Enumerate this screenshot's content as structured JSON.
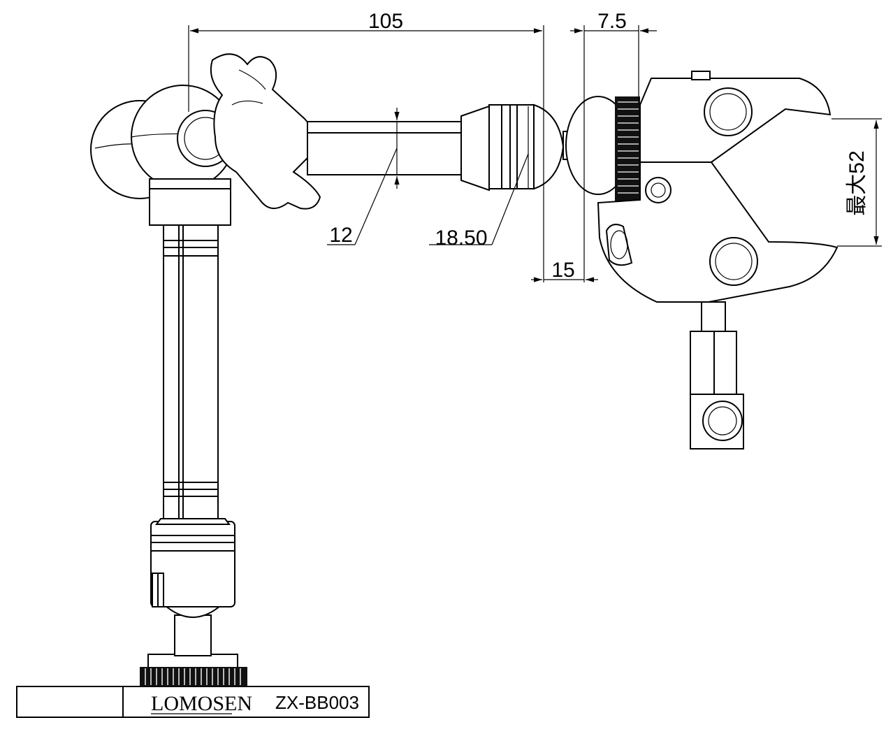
{
  "dimensions": {
    "arm_length": "105",
    "clamp_offset": "7.5",
    "rod_diameter": "12",
    "collar_diameter": "18.50",
    "clamp_setback": "15",
    "max_jaw_opening": "最大52"
  },
  "base_plate": {
    "brand": "LOMOSEN",
    "model": "ZX-BB003"
  }
}
